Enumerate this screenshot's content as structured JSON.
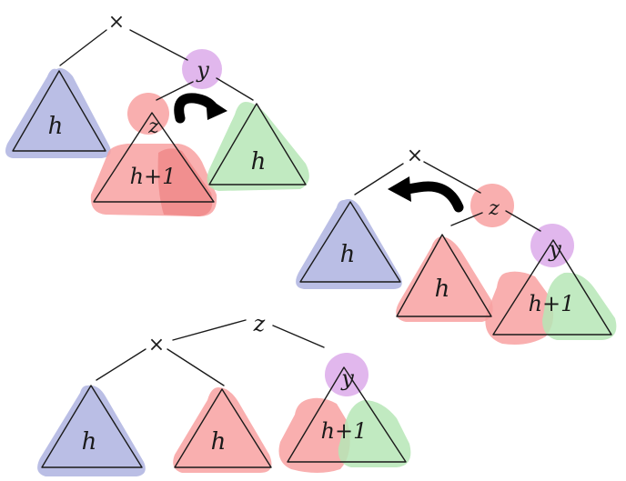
{
  "colors": {
    "blue": "#aeb3e0",
    "red": "#f8a1a1",
    "green": "#b6e6b6",
    "purple": "#dcaaea",
    "ink": "#1a1a1a"
  },
  "labels": {
    "x": "×",
    "y": "y",
    "z": "z",
    "h": "h",
    "h_plus_1": "h+1"
  },
  "steps": [
    {
      "root": "×",
      "left_subtree": "h",
      "right_node": "y",
      "right_node_left": "z",
      "subtree_under_z": "h+1",
      "right_right_subtree": "h",
      "rotation": "right rotation at y"
    },
    {
      "root": "×",
      "left_subtree": "h",
      "right_node": "z",
      "z_left_subtree": "h",
      "z_right_node": "y",
      "y_subtree": "h+1",
      "rotation": "left rotation at ×"
    },
    {
      "root": "z",
      "left_node": "×",
      "x_left_subtree": "h",
      "x_right_subtree": "h",
      "right_node": "y",
      "y_subtree": "h+1"
    }
  ]
}
